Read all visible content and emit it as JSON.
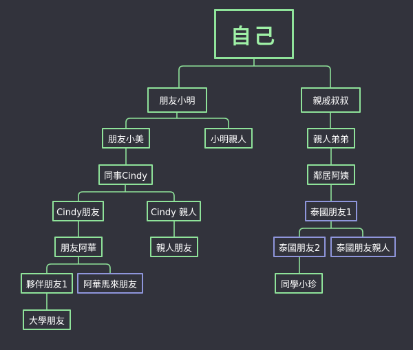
{
  "colors": {
    "background": "#32333c",
    "green": "#8fe39a",
    "blue": "#8f96dc",
    "text": "#ffffff",
    "root_text": "#9ff0a6"
  },
  "tree": {
    "root": "自己",
    "friend_ming": "朋友小明",
    "relative_uncle": "親戚叔叔",
    "friend_mei": "朋友小美",
    "ming_relative": "小明親人",
    "relative_brother": "親人弟弟",
    "colleague_cindy": "同事Cindy",
    "neighbor_aunt": "鄰居阿姨",
    "cindy_friend": "Cindy朋友",
    "cindy_relative": "Cindy 親人",
    "thai_friend1": "泰國朋友1",
    "friend_hua": "朋友阿華",
    "relative_friend": "親人朋友",
    "thai_friend2": "泰國朋友2",
    "thai_friend_relative": "泰國朋友親人",
    "partner_friend1": "夥伴朋友1",
    "hua_malaysia_friend": "阿華馬來朋友",
    "classmate_zhen": "同學小珍",
    "college_friend": "大學朋友"
  }
}
